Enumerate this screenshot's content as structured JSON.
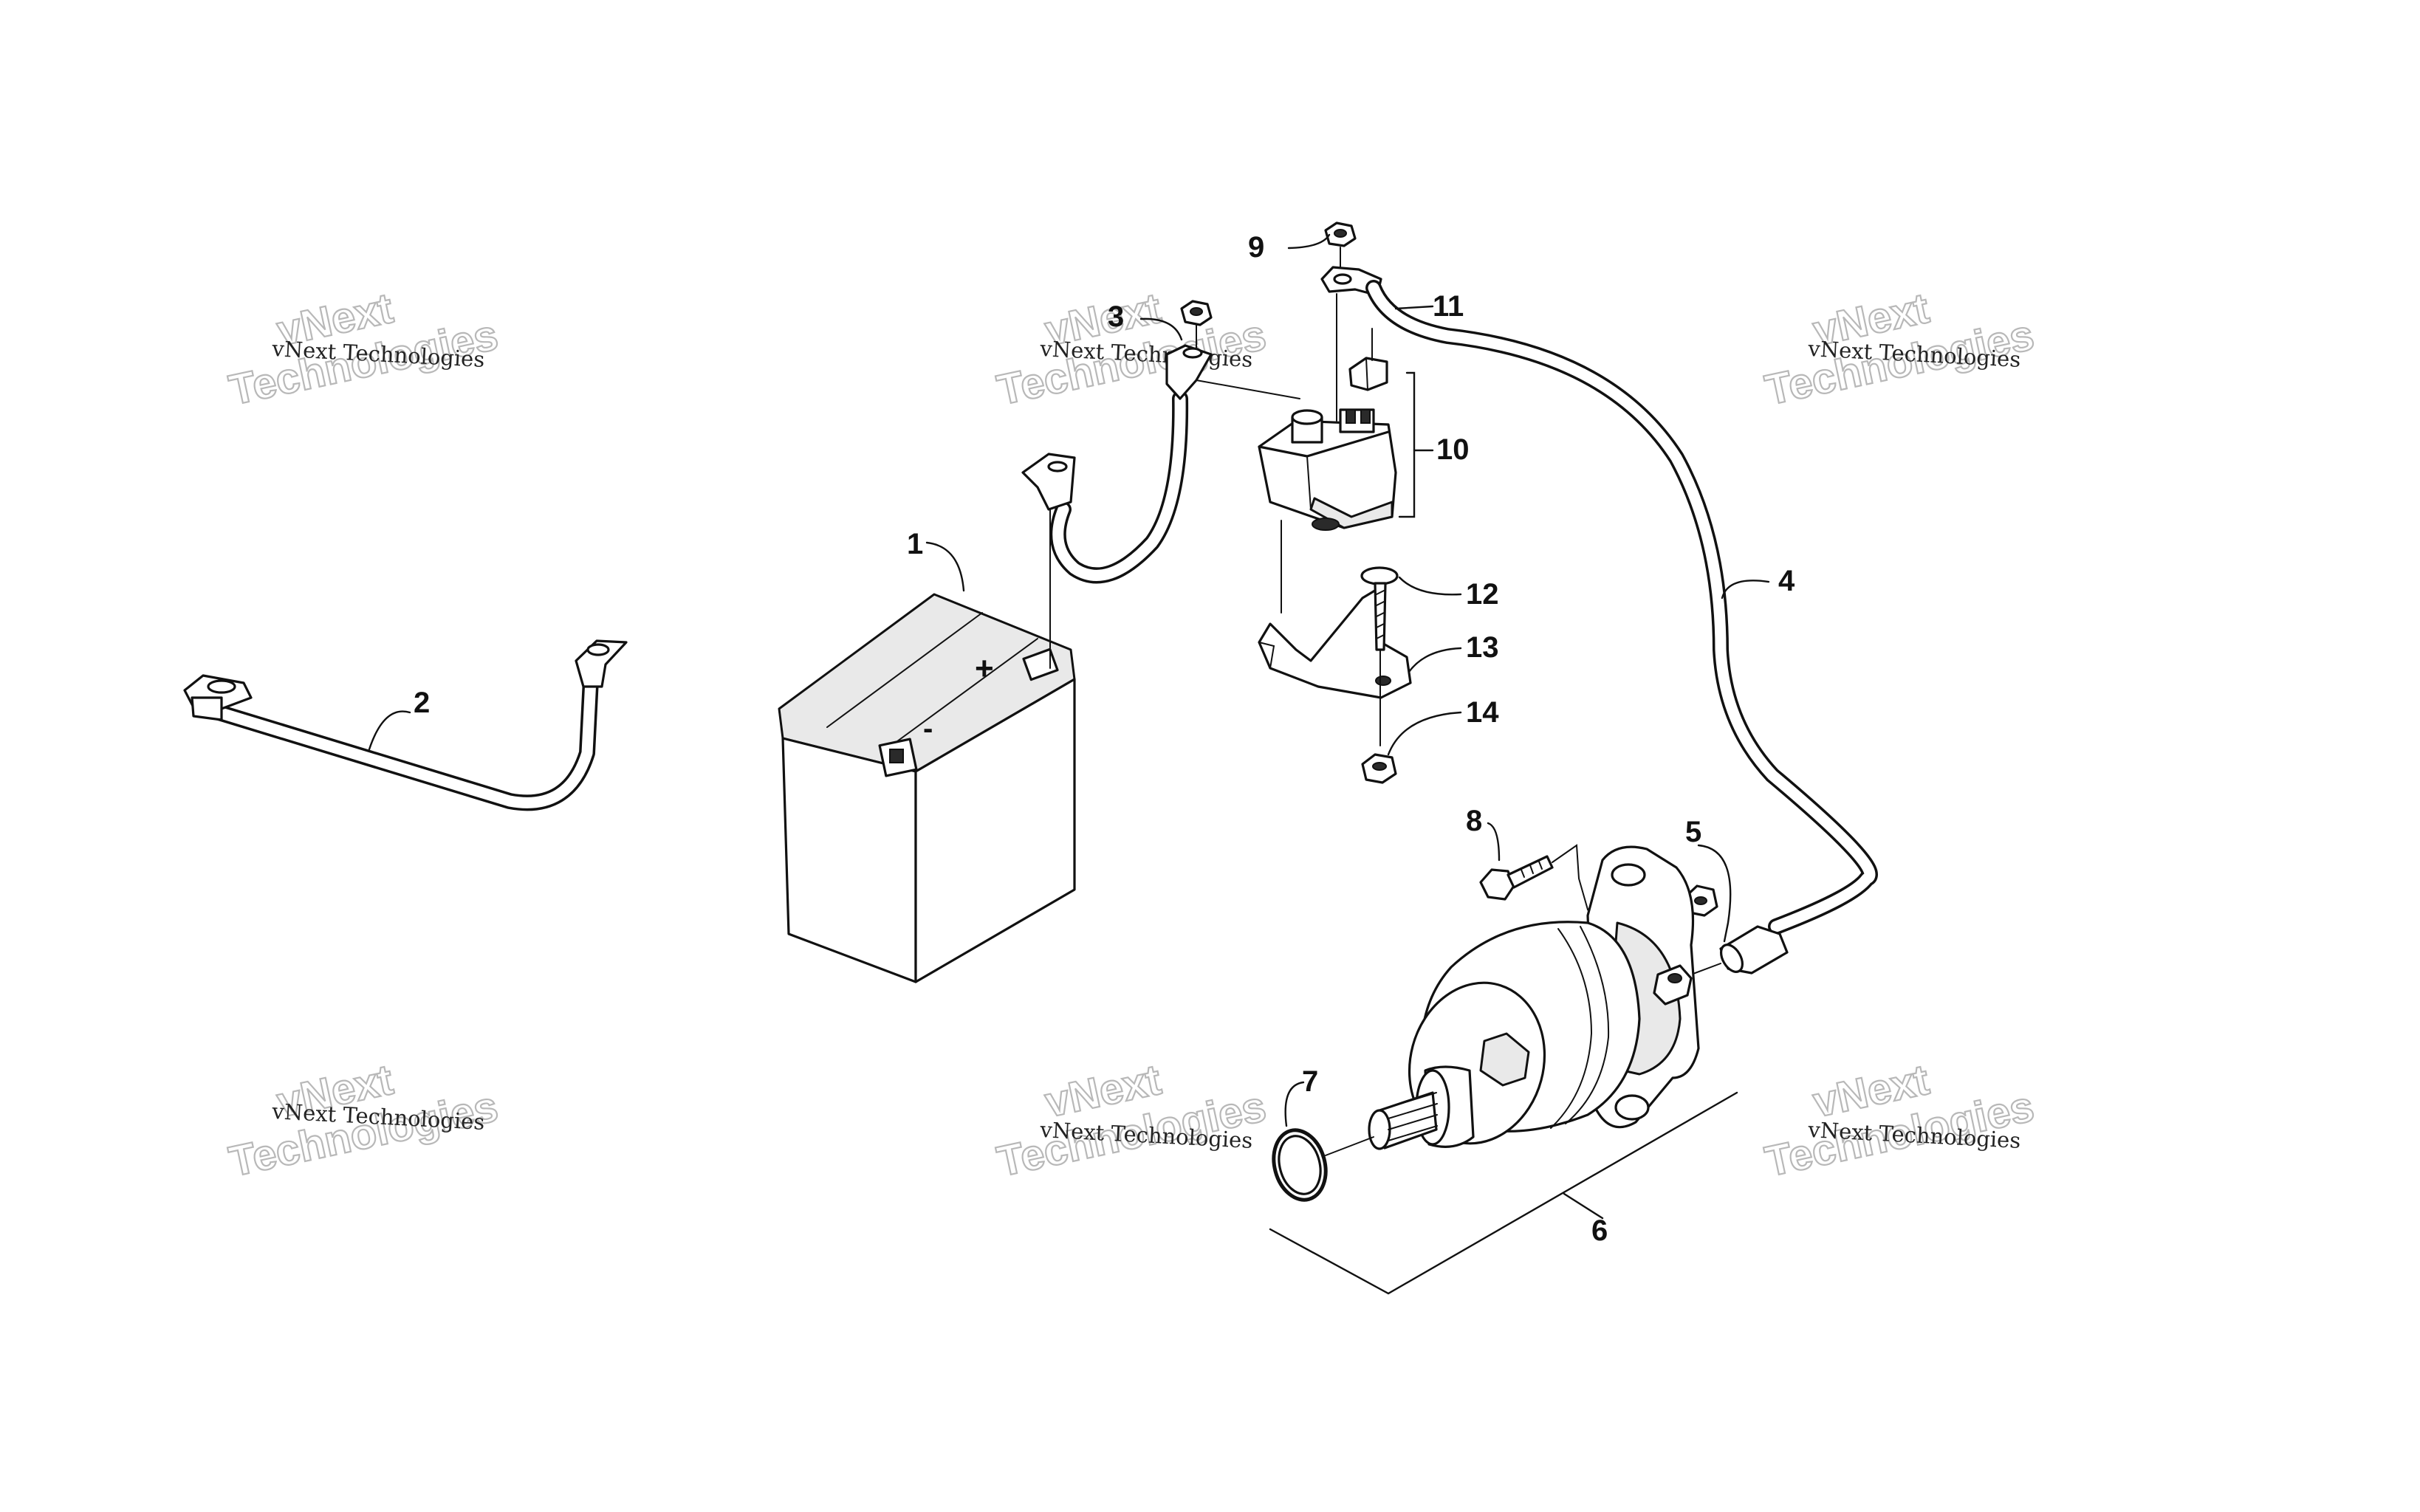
{
  "watermark": {
    "big_top": "vNext",
    "big_bottom": "Technologies",
    "small": "vNext Technologies"
  },
  "callouts": {
    "battery": "1",
    "ground_cable": "2",
    "nut_3": "3",
    "starter_cable": "4",
    "nut_5": "5",
    "starter_motor": "6",
    "o_ring": "7",
    "bolt_8": "8",
    "nut_9": "9",
    "solenoid": "10",
    "fuse": "11",
    "screw_12": "12",
    "bracket": "13",
    "nut_14": "14"
  },
  "battery": {
    "positive_mark": "+",
    "negative_mark": "-"
  }
}
